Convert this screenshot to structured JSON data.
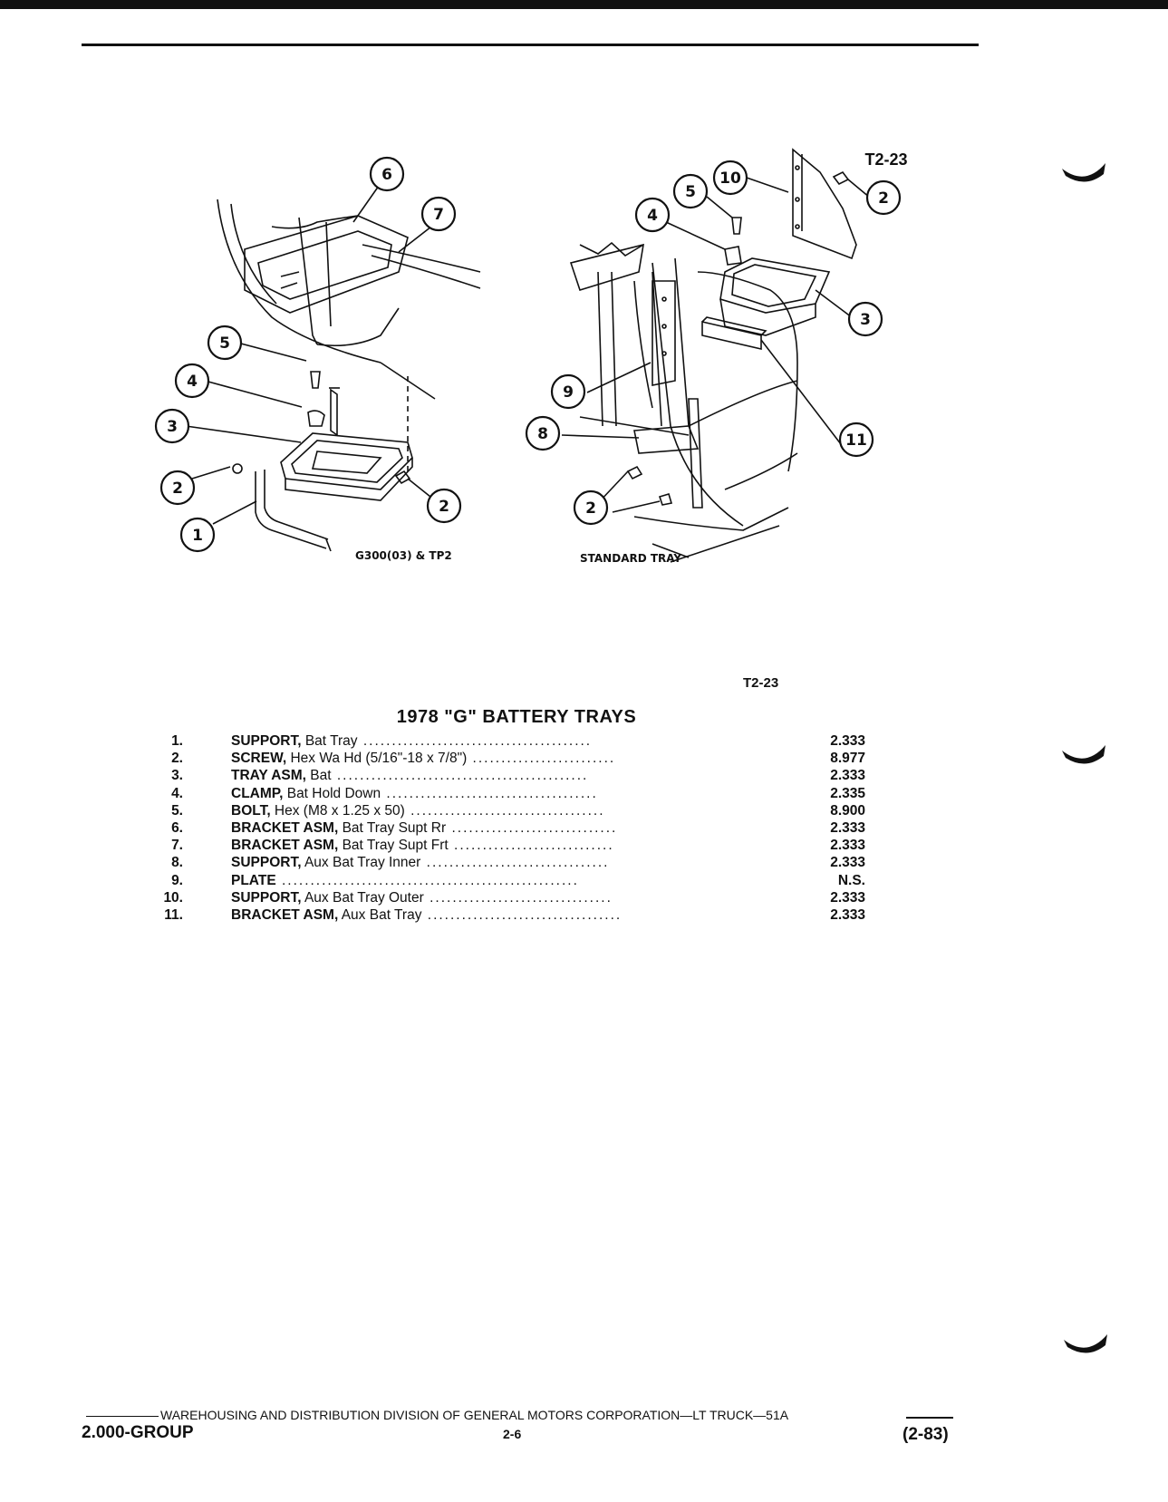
{
  "figure": {
    "ref_top": "T2-23",
    "left_caption": "G300(03) & TP2",
    "right_caption": "STANDARD TRAY",
    "left_callouts": [
      "6",
      "7",
      "5",
      "4",
      "3",
      "2",
      "2",
      "1"
    ],
    "right_callouts": [
      "10",
      "5",
      "4",
      "2",
      "3",
      "9",
      "8",
      "11",
      "2"
    ]
  },
  "page": {
    "figure_ref": "T2-23",
    "title": "1978 \"G\" BATTERY TRAYS"
  },
  "parts": [
    {
      "num": "1.",
      "name": "SUPPORT,",
      "desc": " Bat Tray",
      "leader": " ........................................",
      "code": "2.333"
    },
    {
      "num": "2.",
      "name": "SCREW,",
      "desc": " Hex Wa Hd (5/16\"-18 x 7/8\")",
      "leader": " .........................",
      "code": "8.977"
    },
    {
      "num": "3.",
      "name": "TRAY ASM,",
      "desc": " Bat",
      "leader": " ............................................",
      "code": "2.333"
    },
    {
      "num": "4.",
      "name": "CLAMP,",
      "desc": " Bat Hold Down",
      "leader": " .....................................",
      "code": "2.335"
    },
    {
      "num": "5.",
      "name": "BOLT,",
      "desc": " Hex (M8 x 1.25 x 50)",
      "leader": " ..................................",
      "code": "8.900"
    },
    {
      "num": "6.",
      "name": "BRACKET ASM,",
      "desc": " Bat Tray Supt Rr",
      "leader": " .............................",
      "code": "2.333"
    },
    {
      "num": "7.",
      "name": "BRACKET ASM,",
      "desc": " Bat Tray Supt Frt",
      "leader": " ............................",
      "code": "2.333"
    },
    {
      "num": "8.",
      "name": "SUPPORT,",
      "desc": " Aux Bat Tray Inner",
      "leader": " ................................",
      "code": "2.333"
    },
    {
      "num": "9.",
      "name": "PLATE",
      "desc": "",
      "leader": " ....................................................",
      "code": "N.S."
    },
    {
      "num": "10.",
      "name": "SUPPORT,",
      "desc": " Aux Bat Tray Outer",
      "leader": " ................................",
      "code": "2.333"
    },
    {
      "num": "11.",
      "name": "BRACKET ASM,",
      "desc": " Aux Bat Tray",
      "leader": " ..................................",
      "code": "2.333"
    }
  ],
  "footer": {
    "line": "WAREHOUSING AND DISTRIBUTION  DIVISION OF GENERAL MOTORS CORPORATION—LT TRUCK—51A",
    "left": "2.000-GROUP",
    "center": "2-6",
    "right": "(2-83)"
  }
}
